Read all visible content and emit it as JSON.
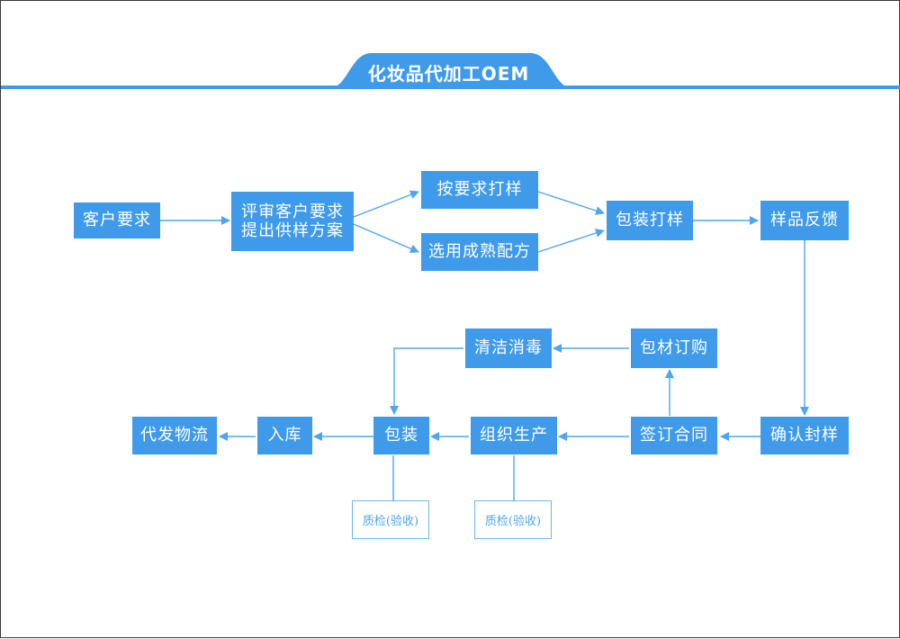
{
  "title": "化妆品代加工OEM",
  "colors": {
    "node_fill": "#3f9bea",
    "node_text": "#ffffff",
    "arrow": "#4da7ee",
    "qc_border": "#6fb5ee",
    "header": "#3f9bea"
  },
  "nodes": {
    "customer_request": "客户要求",
    "review_line1": "评审客户要求",
    "review_line2": "提出供样方案",
    "sample_by_request": "按要求打样",
    "mature_formula": "选用成熟配方",
    "package_sample": "包装打样",
    "sample_feedback": "样品反馈",
    "confirm_seal": "确认封样",
    "sign_contract": "签订合同",
    "purchase_packaging": "包材订购",
    "clean_disinfect": "清洁消毒",
    "organize_production": "组织生产",
    "packaging": "包装",
    "warehousing": "入库",
    "logistics": "代发物流",
    "qc_packaging": "质检(验收)",
    "qc_production": "质检(验收)"
  }
}
